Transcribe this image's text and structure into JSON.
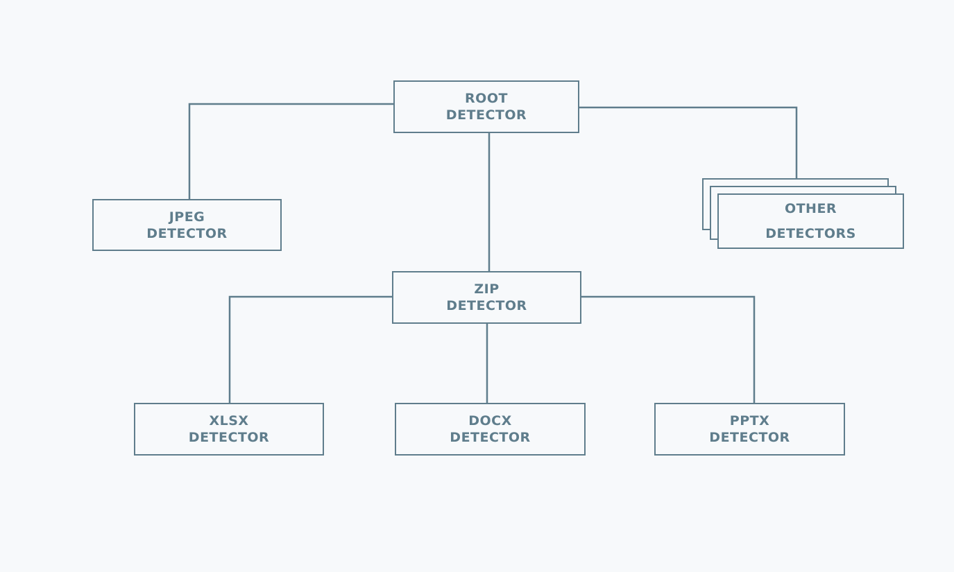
{
  "diagram": {
    "type": "tree",
    "stroke_color": "#5f7d8c",
    "text_color": "#5f7d8c",
    "background_color": "#f7f9fb",
    "nodes": {
      "root": {
        "line1": "ROOT",
        "line2": "DETECTOR"
      },
      "jpeg": {
        "line1": "JPEG",
        "line2": "DETECTOR"
      },
      "other": {
        "line1": "OTHER",
        "line2": "DETECTORS"
      },
      "zip": {
        "line1": "ZIP",
        "line2": "DETECTOR"
      },
      "xlsx": {
        "line1": "XLSX",
        "line2": "DETECTOR"
      },
      "docx": {
        "line1": "DOCX",
        "line2": "DETECTOR"
      },
      "pptx": {
        "line1": "PPTX",
        "line2": "DETECTOR"
      }
    },
    "edges": [
      {
        "from": "root",
        "to": "jpeg"
      },
      {
        "from": "root",
        "to": "zip"
      },
      {
        "from": "root",
        "to": "other"
      },
      {
        "from": "zip",
        "to": "xlsx"
      },
      {
        "from": "zip",
        "to": "docx"
      },
      {
        "from": "zip",
        "to": "pptx"
      }
    ]
  }
}
